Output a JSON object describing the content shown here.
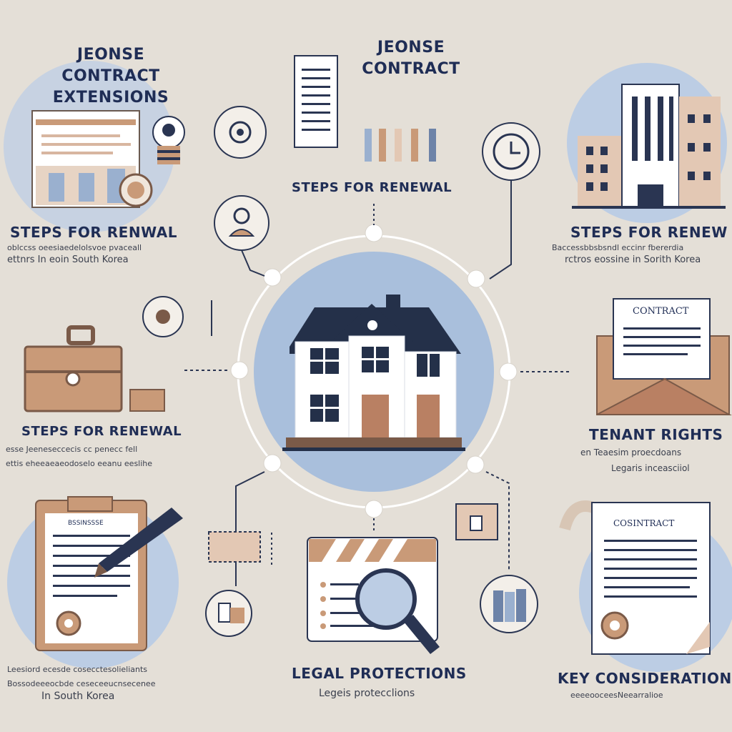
{
  "title_left": [
    "JEONSE",
    "CONTRACT",
    "EXTENSIONS"
  ],
  "title_center": [
    "JEONSE",
    "CONTRACT"
  ],
  "labels": {
    "steps_top_center": "STEPS FOR RENEWAL",
    "steps_left": "STEPS FOR RENWAL",
    "steps_left_sub_1": "oblccss oeesiaedelolsvoe pvaceall",
    "steps_left_sub_2": "ettnrs In eoin South Korea",
    "steps_right": "STEPS FOR RENEW",
    "steps_right_sub_1": "Baccessbbsbsndl eccinr fbererdia",
    "steps_right_sub_2": "rctros eossine in Sorith Korea",
    "steps_mid_left": "STEPS FOR RENEWAL",
    "steps_mid_left_sub_1": "esse Jeeneseccecis cc penecc fell",
    "steps_mid_left_sub_2": "ettis eheeaeaeodoselo eeanu eeslihe",
    "tenant_rights": "TENANT RIGHTS",
    "tenant_rights_sub_1": "en Teaesim proecdoans",
    "tenant_rights_sub_2": "Legaris inceasciiol",
    "legal_protections": "LEGAL PROTECTIONS",
    "legal_protections_sub": "Legeis protecclions",
    "key_considerations": "KEY CONSIDERATION",
    "key_considerations_sub": "eeeeooceesNeearralioe",
    "bottom_left_sub_1": "Leesiord ecesde cosecctesolieliants",
    "bottom_left_sub_2": "Bossodeeeocbde ceseceeucnsecenee",
    "bottom_left_sub_3": "In South Korea"
  },
  "doc_labels": {
    "contract_envelope": "CONTRACT",
    "contract_scroll": "COSINTRACT",
    "clipboard_header": "BSSINSSSE"
  },
  "colors": {
    "background": "#e4dfd7",
    "navy": "#1f2d55",
    "blue": "#a9bfdc",
    "tan": "#c99a78",
    "brown": "#7a5a48",
    "roof": "#243049",
    "door": "#b98063"
  }
}
